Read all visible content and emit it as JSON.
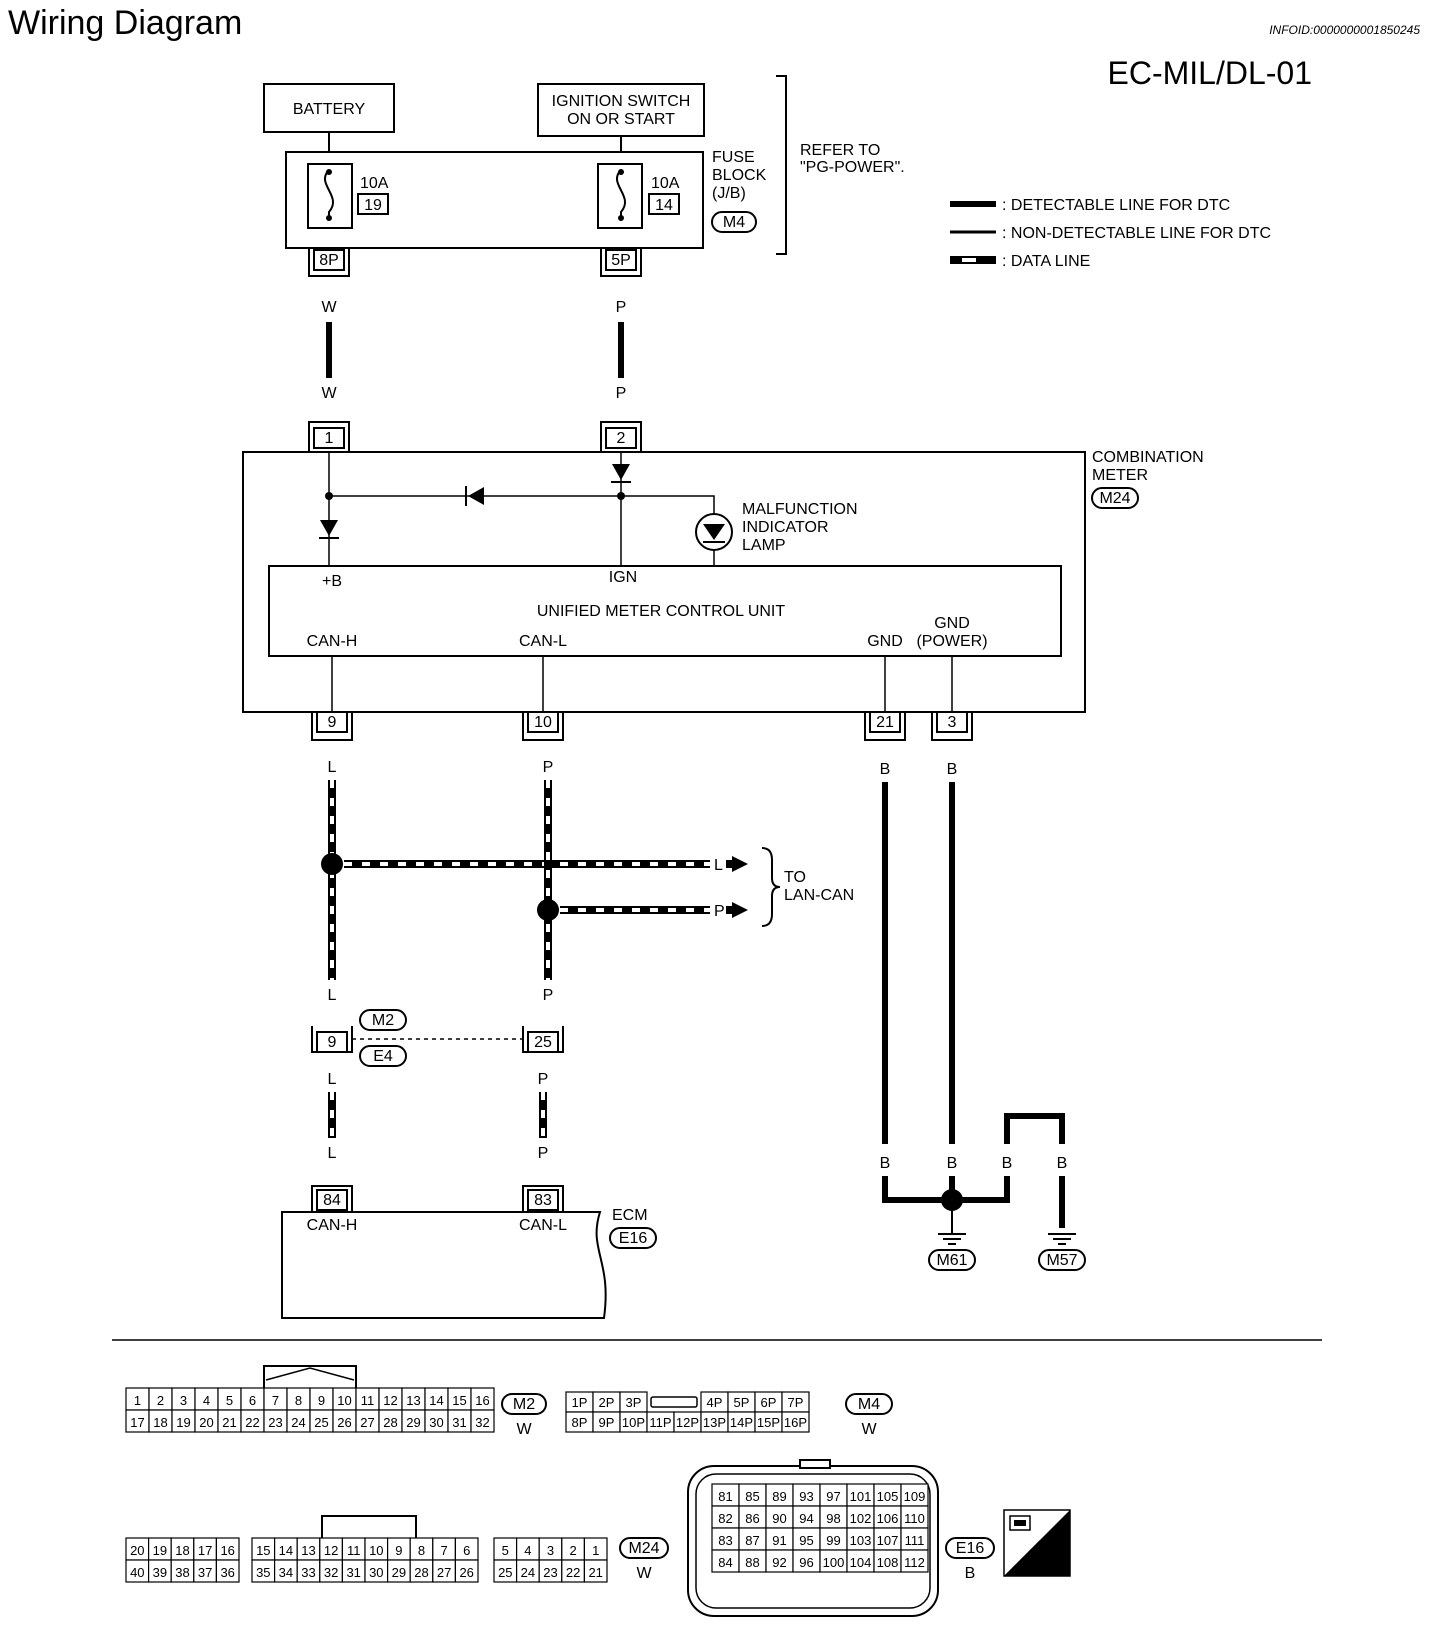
{
  "header": {
    "title": "Wiring Diagram",
    "info_id": "INFOID:0000000001850245",
    "diagram_code": "EC-MIL/DL-01"
  },
  "legend": {
    "detectable": ": DETECTABLE LINE FOR DTC",
    "non_detectable": ": NON-DETECTABLE LINE FOR DTC",
    "data_line": ": DATA LINE"
  },
  "power": {
    "battery": "BATTERY",
    "ignition_line1": "IGNITION SWITCH",
    "ignition_line2": "ON OR START",
    "refer_line1": "REFER TO",
    "refer_line2": "\"PG-POWER\"."
  },
  "fuse_block": {
    "label1": "FUSE",
    "label2": "BLOCK",
    "label3": "(J/B)",
    "connector": "M4",
    "fuse_a_amp": "10A",
    "fuse_a_num": "19",
    "fuse_b_amp": "10A",
    "fuse_b_num": "14",
    "term_a": "8P",
    "term_b": "5P"
  },
  "wires": {
    "w": "W",
    "p": "P",
    "l": "L",
    "b": "B"
  },
  "combination_meter": {
    "label1": "COMBINATION",
    "label2": "METER",
    "connector": "M24",
    "pin_1": "1",
    "pin_2": "2",
    "pin_9": "9",
    "pin_10": "10",
    "pin_21": "21",
    "pin_3": "3",
    "mil1": "MALFUNCTION",
    "mil2": "INDICATOR",
    "mil3": "LAMP",
    "unit_name": "UNIFIED METER CONTROL UNIT",
    "plus_b": "+B",
    "ign": "IGN",
    "can_h": "CAN-H",
    "can_l": "CAN-L",
    "gnd": "GND",
    "gnd_power1": "GND",
    "gnd_power2": "(POWER)"
  },
  "lan": {
    "label1": "TO",
    "label2": "LAN-CAN"
  },
  "joint": {
    "conn_top": "M2",
    "conn_bottom": "E4",
    "pin_l": "9",
    "pin_p": "25"
  },
  "ecm": {
    "label": "ECM",
    "connector": "E16",
    "pin_h": "84",
    "pin_l": "83",
    "can_h": "CAN-H",
    "can_l": "CAN-L"
  },
  "grounds": {
    "m61": "M61",
    "m57": "M57"
  },
  "connectors": {
    "m2": {
      "id": "M2",
      "color": "W",
      "row1": [
        "1",
        "2",
        "3",
        "4",
        "5",
        "6",
        "7",
        "8",
        "9",
        "10",
        "11",
        "12",
        "13",
        "14",
        "15",
        "16"
      ],
      "row2": [
        "17",
        "18",
        "19",
        "20",
        "21",
        "22",
        "23",
        "24",
        "25",
        "26",
        "27",
        "28",
        "29",
        "30",
        "31",
        "32"
      ]
    },
    "m4": {
      "id": "M4",
      "color": "W",
      "row1": [
        "1P",
        "2P",
        "3P",
        "",
        "4P",
        "5P",
        "6P",
        "7P"
      ],
      "row2": [
        "8P",
        "9P",
        "10P",
        "11P",
        "12P",
        "13P",
        "14P",
        "15P",
        "16P"
      ]
    },
    "m24": {
      "id": "M24",
      "color": "W",
      "row1": [
        "20",
        "19",
        "18",
        "17",
        "16",
        "15",
        "14",
        "13",
        "12",
        "11",
        "10",
        "9",
        "8",
        "7",
        "6",
        "5",
        "4",
        "3",
        "2",
        "1"
      ],
      "row2": [
        "40",
        "39",
        "38",
        "37",
        "36",
        "35",
        "34",
        "33",
        "32",
        "31",
        "30",
        "29",
        "28",
        "27",
        "26",
        "25",
        "24",
        "23",
        "22",
        "21"
      ]
    },
    "e16": {
      "id": "E16",
      "color": "B",
      "rows": [
        [
          "81",
          "85",
          "89",
          "93",
          "97",
          "101",
          "105",
          "109"
        ],
        [
          "82",
          "86",
          "90",
          "94",
          "98",
          "102",
          "106",
          "110"
        ],
        [
          "83",
          "87",
          "91",
          "95",
          "99",
          "103",
          "107",
          "111"
        ],
        [
          "84",
          "88",
          "92",
          "96",
          "100",
          "104",
          "108",
          "112"
        ]
      ]
    },
    "hs": "H.S."
  }
}
